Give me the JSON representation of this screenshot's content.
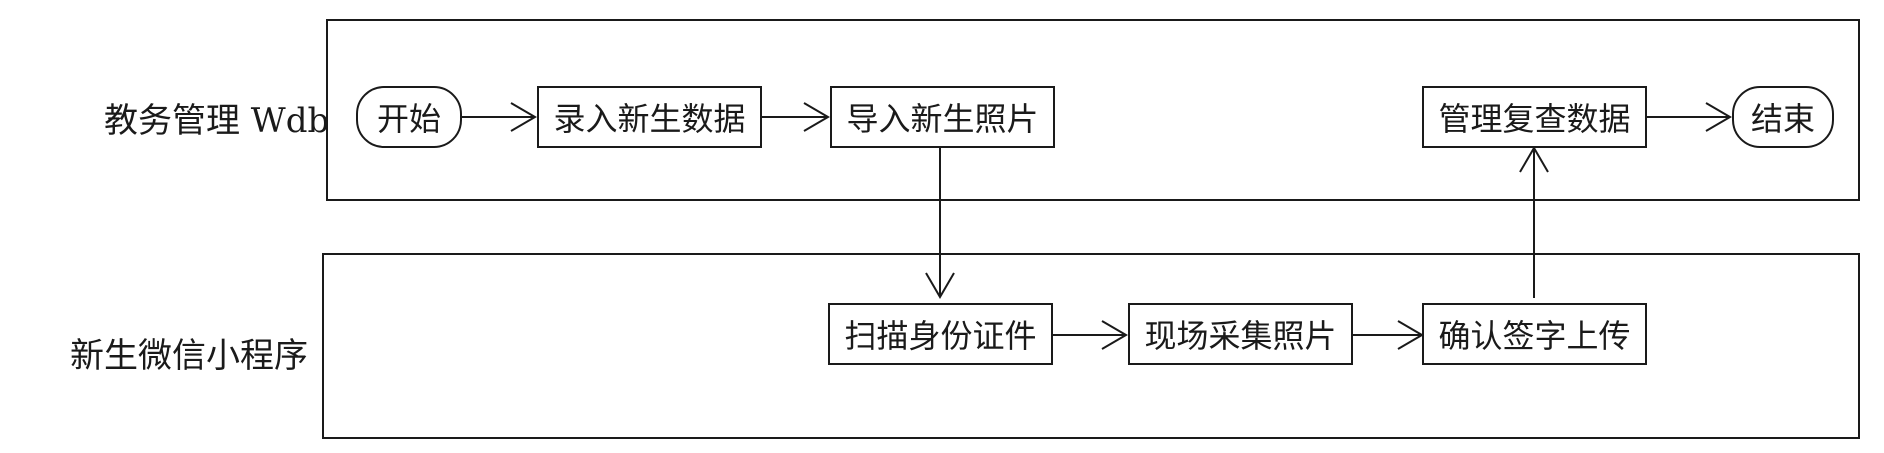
{
  "lanes": {
    "jiaowu": {
      "label": "教务管理 Wdb"
    },
    "weixin": {
      "label": "新生微信小程序"
    }
  },
  "nodes": {
    "start": {
      "label": "开始",
      "shape": "terminal"
    },
    "enter_data": {
      "label": "录入新生数据",
      "shape": "process"
    },
    "import_photos": {
      "label": "导入新生照片",
      "shape": "process"
    },
    "manage_review": {
      "label": "管理复查数据",
      "shape": "process"
    },
    "end": {
      "label": "结束",
      "shape": "terminal"
    },
    "scan_id": {
      "label": "扫描身份证件",
      "shape": "process"
    },
    "capture_photo": {
      "label": "现场采集照片",
      "shape": "process"
    },
    "confirm_upload": {
      "label": "确认签字上传",
      "shape": "process"
    }
  },
  "edges": [
    {
      "from": "start",
      "to": "enter_data"
    },
    {
      "from": "enter_data",
      "to": "import_photos"
    },
    {
      "from": "import_photos",
      "to": "scan_id"
    },
    {
      "from": "scan_id",
      "to": "capture_photo"
    },
    {
      "from": "capture_photo",
      "to": "confirm_upload"
    },
    {
      "from": "confirm_upload",
      "to": "manage_review"
    },
    {
      "from": "manage_review",
      "to": "end"
    }
  ],
  "colors": {
    "stroke": "#1a1a1a",
    "background": "#ffffff"
  }
}
